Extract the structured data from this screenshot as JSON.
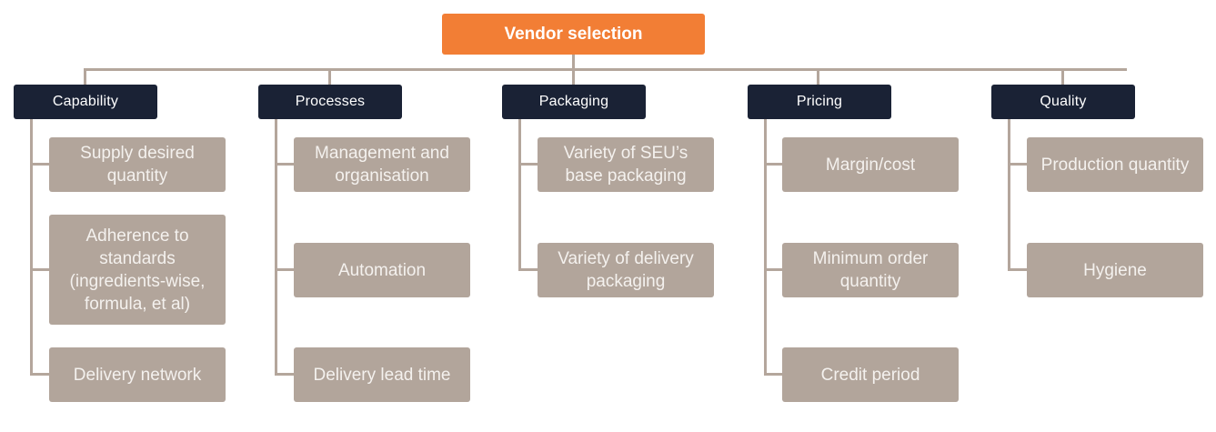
{
  "root": {
    "label": "Vendor selection"
  },
  "categories": [
    {
      "label": "Capability",
      "items": [
        "Supply desired quantity",
        "Adherence to standards (ingredients-wise, formula, et al)",
        "Delivery network"
      ]
    },
    {
      "label": "Processes",
      "items": [
        "Management and organisation",
        "Automation",
        "Delivery lead time"
      ]
    },
    {
      "label": "Packaging",
      "items": [
        "Variety of SEU’s base packaging",
        "Variety of delivery packaging"
      ]
    },
    {
      "label": "Pricing",
      "items": [
        "Margin/cost",
        "Minimum order quantity",
        "Credit period"
      ]
    },
    {
      "label": "Quality",
      "items": [
        "Production quantity",
        "Hygiene"
      ]
    }
  ],
  "colors": {
    "root": "#f27e35",
    "category": "#1a2235",
    "item": "#b2a59b",
    "connector": "#b4a69c"
  }
}
